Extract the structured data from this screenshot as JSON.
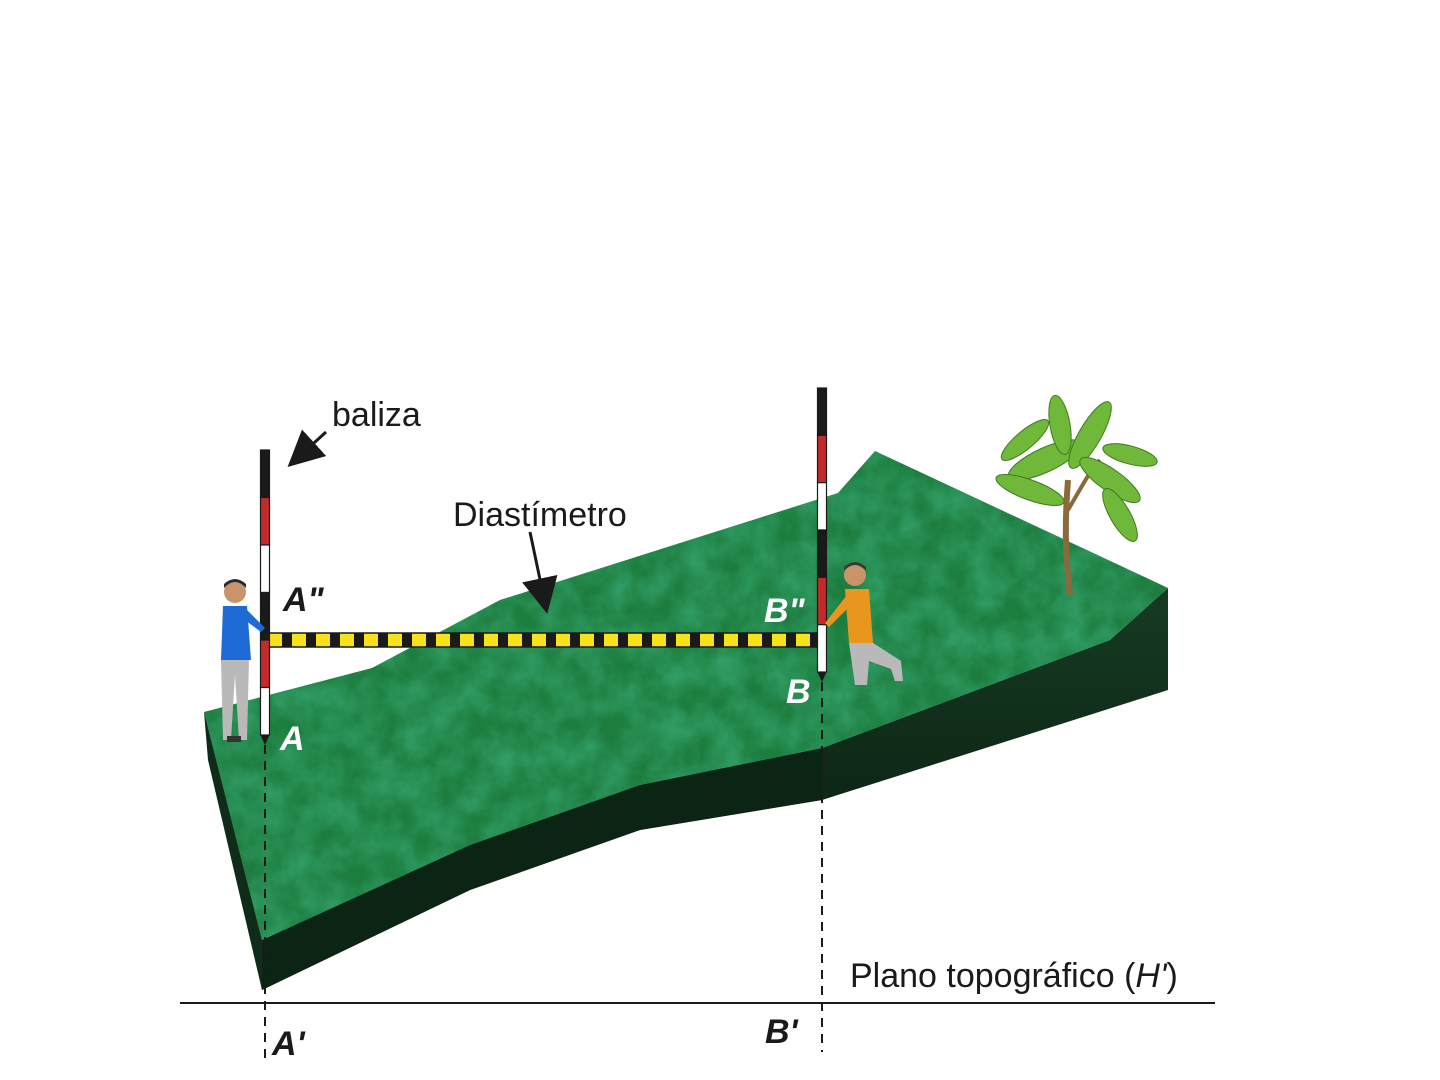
{
  "labels": {
    "baliza": "baliza",
    "diastimetro": "Diastímetro",
    "plano_prefix": "Plano topográfico (",
    "plano_h": "H'",
    "plano_suffix": ")"
  },
  "points": {
    "A": "A",
    "A_double": "A\"",
    "A_prime": "A'",
    "B": "B",
    "B_double": "B\"",
    "B_prime": "B'"
  },
  "colors": {
    "terrain_top": "#1f8a45",
    "terrain_side": "#0f2a17",
    "tape": "#f5e21a",
    "pole_red": "#c42a2a",
    "pole_black": "#1a1a1a"
  }
}
